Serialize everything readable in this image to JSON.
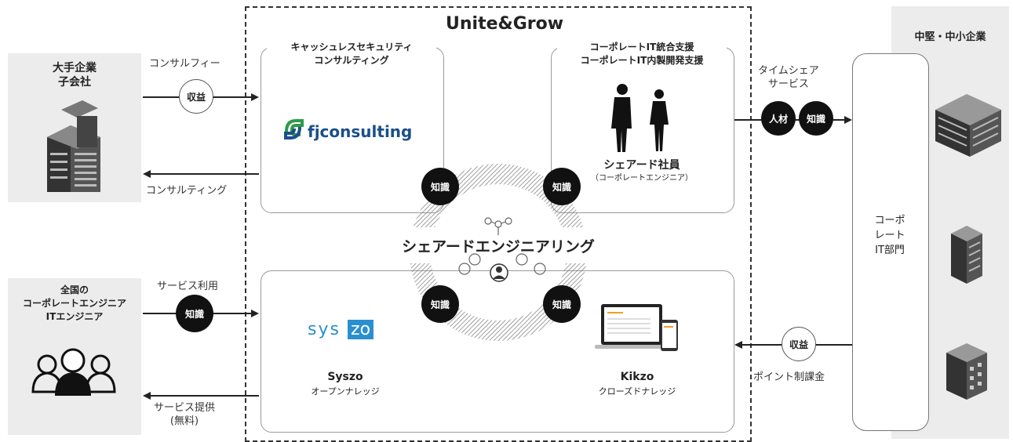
{
  "title": "Unite&Grow",
  "left_top": {
    "name": "大手企業\n子会社"
  },
  "left_bottom": {
    "name": "全国の\nコーポレートエンジニア\nITエンジニア"
  },
  "right_column": {
    "heading": "中堅・中小企業",
    "it_dept": "コーポ\nレート\nIT部門"
  },
  "fj_box": {
    "heading": "キャッシュレスセキュリティ\nコンサルティング",
    "logo_text": "fjconsulting"
  },
  "shared_box": {
    "heading": "コーポレートIT統合支援\nコーポレートIT内製開発支援",
    "name": "シェアード社員",
    "sub": "（コーポレートエンジニア）"
  },
  "center": {
    "label": "シェアードエンジニアリング"
  },
  "syszo": {
    "logo_left": "sys",
    "logo_right": "zo",
    "name": "Syszo",
    "sub": "オープンナレッジ"
  },
  "kikzo": {
    "name": "Kikzo",
    "sub": "クローズドナレッジ"
  },
  "arrows": {
    "consult_fee": "コンサルフィー",
    "revenue": "収益",
    "consulting": "コンサルティング",
    "service_use": "サービス利用",
    "knowledge": "知識",
    "service_provide": "サービス提供\n(無料)",
    "timeshare": "タイムシェア\nサービス",
    "talent": "人材",
    "point_fee": "ポイント制課金"
  },
  "colors": {
    "black": "#111111",
    "gray_box": "#ececec",
    "syszo_blue": "#2a8fcf",
    "fj_green": "#2e9a4a",
    "fj_blue": "#1a4f8a"
  }
}
